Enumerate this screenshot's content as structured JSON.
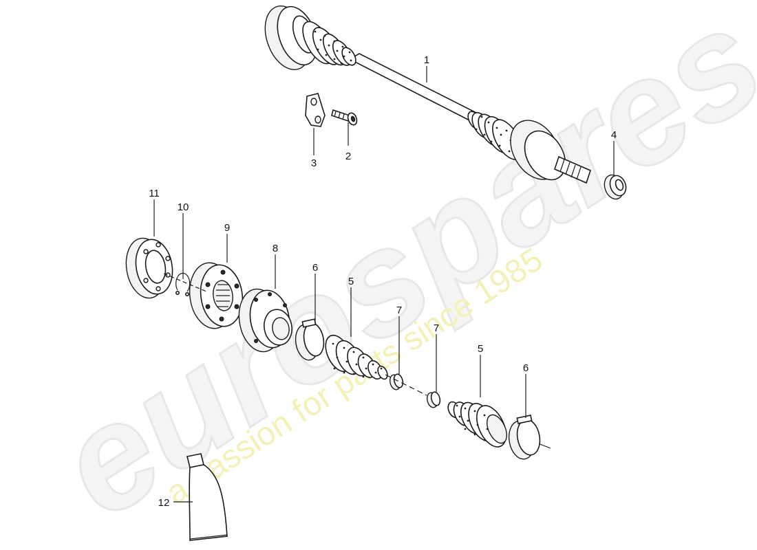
{
  "watermark": {
    "brand": "eurospares",
    "tagline": "a passion for parts since 1985"
  },
  "callouts": [
    {
      "id": "1",
      "label": "1"
    },
    {
      "id": "2",
      "label": "2"
    },
    {
      "id": "3",
      "label": "3"
    },
    {
      "id": "4",
      "label": "4"
    },
    {
      "id": "5a",
      "label": "5"
    },
    {
      "id": "5b",
      "label": "5"
    },
    {
      "id": "6a",
      "label": "6"
    },
    {
      "id": "6b",
      "label": "6"
    },
    {
      "id": "7a",
      "label": "7"
    },
    {
      "id": "7b",
      "label": "7"
    },
    {
      "id": "8",
      "label": "8"
    },
    {
      "id": "9",
      "label": "9"
    },
    {
      "id": "10",
      "label": "10"
    },
    {
      "id": "11",
      "label": "11"
    },
    {
      "id": "12",
      "label": "12"
    }
  ]
}
